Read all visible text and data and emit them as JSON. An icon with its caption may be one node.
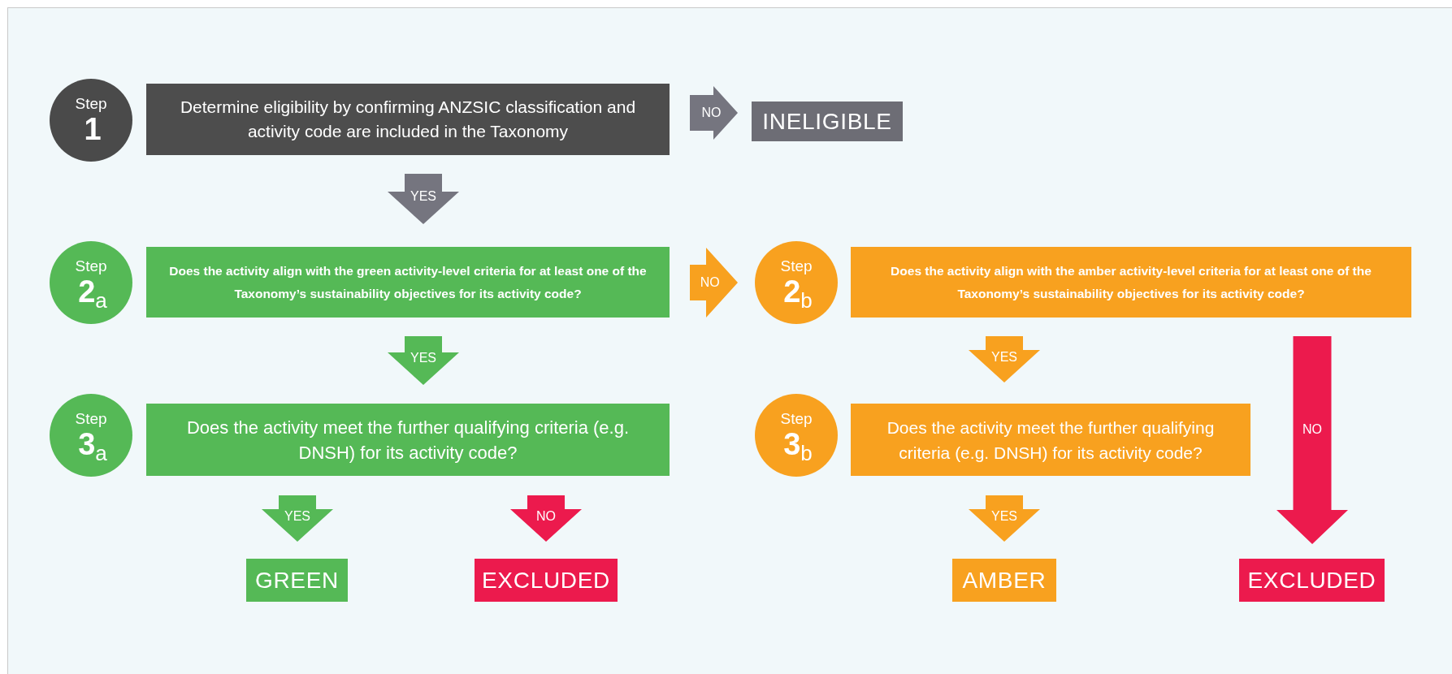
{
  "diagram": {
    "nodes": [
      {
        "text": [
          "Step",
          "1"
        ]
      },
      {
        "text": [
          "Determine eligibility by confirming ANZSIC classification and activity code are included in the Taxonomy"
        ]
      },
      {
        "text": [
          "INELIGIBLE"
        ]
      },
      {
        "text": [
          "Step",
          "2$_{a}$"
        ]
      },
      {
        "text": [
          "Does the activity align with the green activity-level criteria for at least one of the Taxonomy’s sustainability objectives for its activity code?"
        ]
      },
      {
        "text": [
          "Step",
          "2$_{b}$"
        ]
      },
      {
        "text": [
          "Does the activity align with the amber activity-level criteria for at least one of the Taxonomy’s sustainability objectives for its activity code?"
        ]
      },
      {
        "text": [
          "Step",
          "3$_{a}$"
        ]
      },
      {
        "text": [
          "Does the activity meet the further qualifying criteria (e.g. DNSH) for its activity code?"
        ]
      },
      {
        "text": [
          "Step",
          "3$_{b}$"
        ]
      },
      {
        "text": [
          "Does the activity meet the further qualifying criteria (e.g. DNSH) for its activity code?"
        ]
      },
      {
        "text": [
          "GREEN"
        ]
      },
      {
        "text": [
          "EXCLUDED"
        ]
      },
      {
        "text": [
          "AMBER"
        ]
      },
      {
        "text": [
          "EXCLUDED"
        ]
      }
    ],
    "edges": [
      {
        "from": 1,
        "to": 2,
        "arrow": "to",
        "label": "NO",
        "color": "#75757f"
      },
      {
        "from": 1,
        "to": 4,
        "arrow": "to",
        "label": "YES",
        "color": "#75757f"
      },
      {
        "from": 4,
        "to": 5,
        "arrow": "to",
        "label": "NO",
        "color": "#f8a11f"
      },
      {
        "from": 4,
        "to": 8,
        "arrow": "to",
        "label": "YES",
        "color": "#55b956"
      },
      {
        "from": 8,
        "to": 11,
        "arrow": "to",
        "label": "YES",
        "color": "#55b956"
      },
      {
        "from": 8,
        "to": 12,
        "arrow": "to",
        "label": "NO",
        "color": "#ec1a4d"
      },
      {
        "from": 6,
        "to": 10,
        "arrow": "to",
        "label": "YES",
        "color": "#f8a11f"
      },
      {
        "from": 6,
        "to": 14,
        "arrow": "to",
        "label": "NO",
        "color": "#ec1a4d"
      },
      {
        "from": 10,
        "to": 13,
        "arrow": "to",
        "label": "YES",
        "color": "#f8a11f"
      }
    ]
  }
}
